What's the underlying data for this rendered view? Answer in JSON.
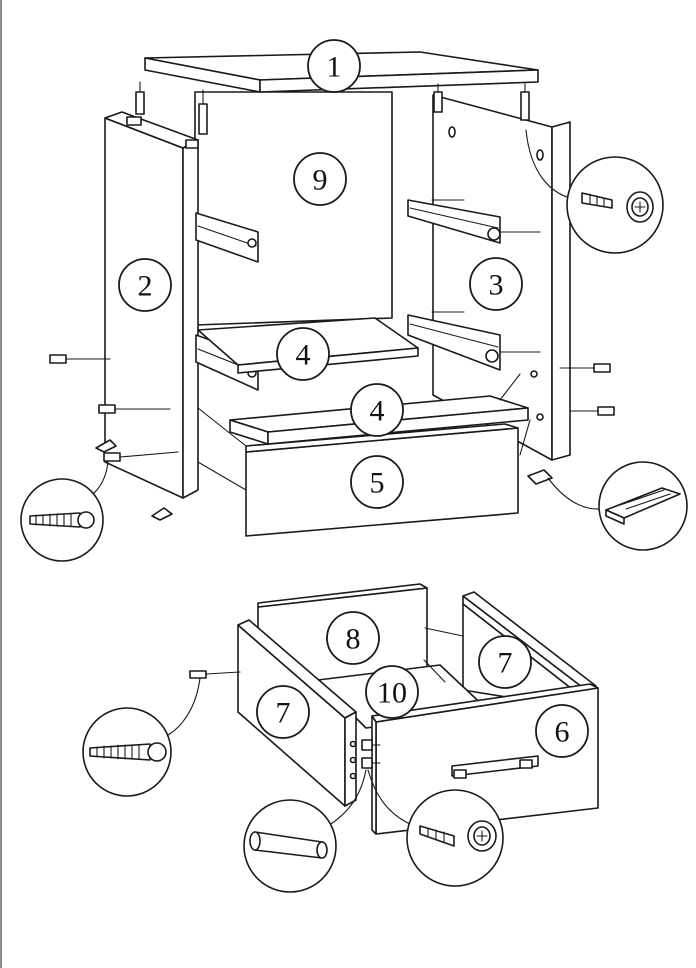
{
  "parts": {
    "p1": "1",
    "p2": "2",
    "p3": "3",
    "p4a": "4",
    "p4b": "4",
    "p5": "5",
    "p6": "6",
    "p7a": "7",
    "p7b": "7",
    "p8": "8",
    "p9": "9",
    "p10": "10"
  },
  "colors": {
    "line": "#1a1a1a",
    "background": "#ffffff"
  }
}
